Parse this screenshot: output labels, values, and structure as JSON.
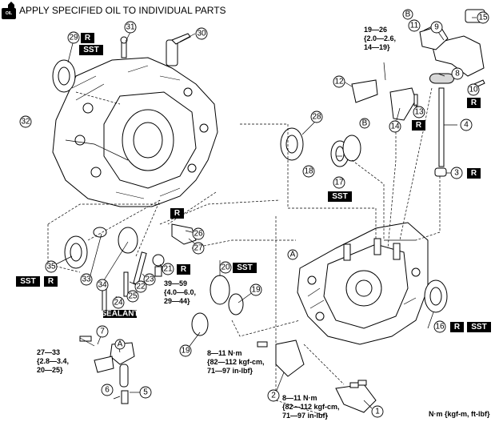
{
  "header": {
    "oil_icon_label": "OIL",
    "text": "APPLY SPECIFIED OIL TO INDIVIDUAL PARTS"
  },
  "badges": {
    "r": "R",
    "sst": "SST",
    "sealant": "SEALANT"
  },
  "callouts": [
    "1",
    "2",
    "3",
    "4",
    "5",
    "6",
    "7",
    "8",
    "9",
    "10",
    "11",
    "12",
    "13",
    "14",
    "15",
    "16",
    "17",
    "18",
    "19",
    "19",
    "20",
    "21",
    "22",
    "23",
    "24",
    "25",
    "26",
    "27",
    "28",
    "29",
    "30",
    "31",
    "32",
    "33",
    "34",
    "35"
  ],
  "letters": {
    "a": "A",
    "b": "B"
  },
  "torque_specs": {
    "t19_26": [
      "19—26",
      "{2.0—2.6,",
      "14—19}"
    ],
    "t39_59": [
      "39—59",
      "{4.0—6.0,",
      "29—44}"
    ],
    "t27_33": [
      "27—33",
      "{2.8—3.4,",
      "20—25}"
    ],
    "t8_11_a": [
      "8—11 N·m",
      "{82—112 kgf-cm,",
      "71—97 in-lbf}"
    ],
    "t8_11_b": [
      "8—11 N·m",
      "{82—112 kgf-cm,",
      "71—97 in-lbf}"
    ]
  },
  "unit_legend": "N·m {kgf-m, ft-lbf}"
}
